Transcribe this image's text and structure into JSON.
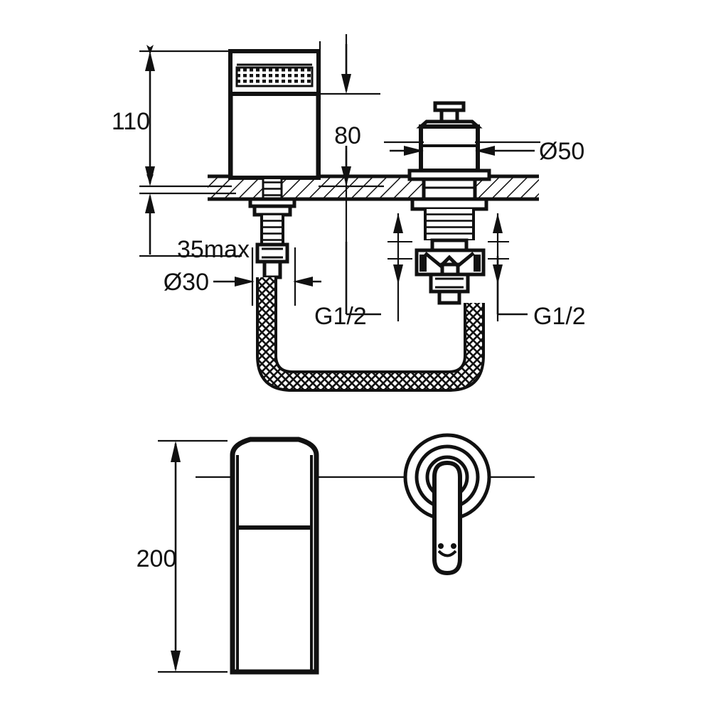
{
  "drawing": {
    "title": "Basin mixer installation drawing",
    "type": "technical-line-drawing",
    "background_color": "#ffffff",
    "line_color": "#111111",
    "views": [
      {
        "name": "top-view-section",
        "description": "Sectioned side elevation of deck-mounted spout and separate valve with braided flexible hose"
      },
      {
        "name": "bottom-view",
        "description": "Front elevation of spout body and front view of wall plate with lever handle"
      }
    ]
  },
  "dimensions": {
    "spout_height": {
      "label": "110",
      "unit": "mm",
      "orientation": "vertical",
      "view": "top-view-section"
    },
    "outlet_height": {
      "label": "80",
      "unit": "mm",
      "orientation": "vertical",
      "view": "top-view-section"
    },
    "valve_diameter": {
      "label": "Ø50",
      "unit": "mm",
      "orientation": "horizontal",
      "view": "top-view-section"
    },
    "max_deck_thickness": {
      "label": "35max",
      "unit": "mm",
      "orientation": "vertical",
      "view": "top-view-section"
    },
    "spout_base_diameter": {
      "label": "Ø30",
      "unit": "mm",
      "orientation": "horizontal",
      "view": "top-view-section"
    },
    "hose_thread_left": {
      "label": "G1/2",
      "unit": "",
      "orientation": "leader",
      "view": "top-view-section"
    },
    "hose_thread_right": {
      "label": "G1/2",
      "unit": "",
      "orientation": "leader",
      "view": "top-view-section"
    },
    "spout_body_height": {
      "label": "200",
      "unit": "mm",
      "orientation": "vertical",
      "view": "bottom-view"
    }
  },
  "labels": {
    "d110": "110",
    "d80": "80",
    "d50": "Ø50",
    "d35max": "35max",
    "d30": "Ø30",
    "g12_left": "G1/2",
    "g12_right": "G1/2",
    "d200": "200"
  },
  "components": [
    {
      "name": "spout-head-aerator",
      "pattern": "mesh-grid"
    },
    {
      "name": "spout-column",
      "pattern": "solid-outline"
    },
    {
      "name": "deck-counter-section",
      "pattern": "diagonal-hatch"
    },
    {
      "name": "spout-threaded-stem",
      "pattern": "thread-lines"
    },
    {
      "name": "spout-fixing-nut",
      "pattern": "solid-outline"
    },
    {
      "name": "braided-hose",
      "pattern": "cross-hatch-braid"
    },
    {
      "name": "valve-cartridge-head",
      "pattern": "solid-outline"
    },
    {
      "name": "valve-threaded-shank",
      "pattern": "thread-lines"
    },
    {
      "name": "valve-body-tee",
      "pattern": "solid-outline"
    },
    {
      "name": "valve-outlet-nut",
      "pattern": "solid-outline"
    },
    {
      "name": "spout-body-front",
      "pattern": "solid-outline"
    },
    {
      "name": "wall-plate-rosette",
      "pattern": "concentric-circles"
    },
    {
      "name": "lever-handle",
      "pattern": "solid-outline"
    }
  ]
}
